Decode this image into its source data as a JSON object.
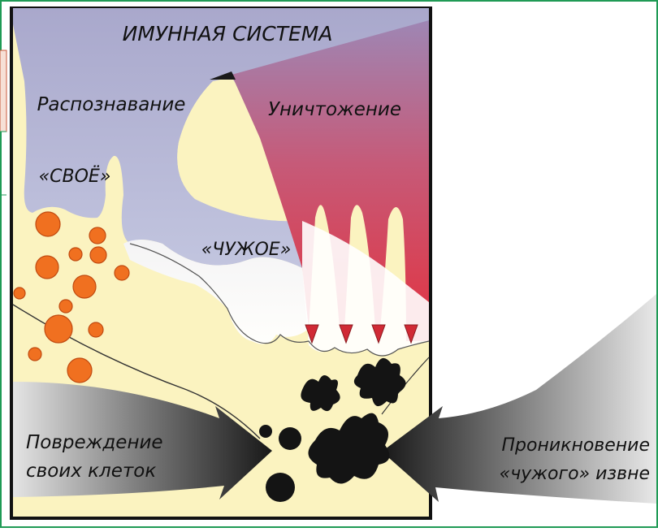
{
  "diagram": {
    "title": "ИМУННАЯ СИСТЕМА",
    "labels": {
      "recognition": "Распознавание",
      "self": "«СВОЁ»",
      "destruction": "Уничтожение",
      "foreign": "«ЧУЖОЕ»",
      "damage_line1": "Повреждение",
      "damage_line2": "своих клеток",
      "penetration_line1": "Проникновение",
      "penetration_line2": "«чужого» извне"
    }
  },
  "colors": {
    "frame_green": "#1f9a55",
    "panel_beige": "#fbf3c0",
    "immune_lavender": "#b4b8d6",
    "destruction_red": "#d02a35",
    "cell_orange": "#f07020",
    "foreign_black": "#141414",
    "arrow_dark": "#2b2b2b"
  }
}
